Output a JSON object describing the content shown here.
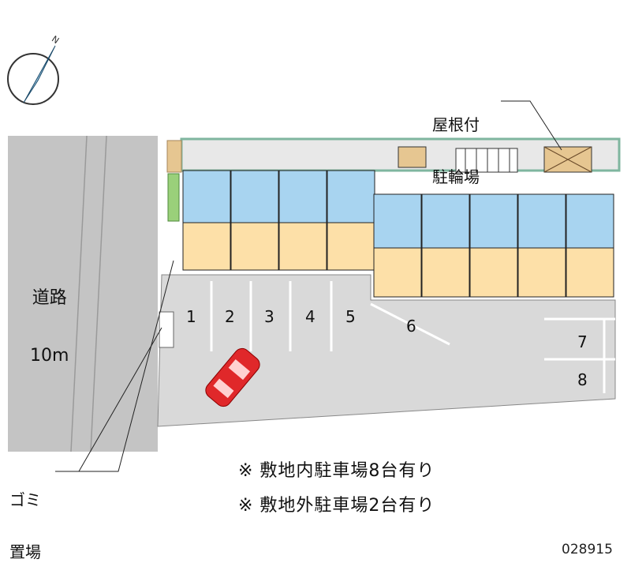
{
  "compass": {
    "north_label": "N"
  },
  "road": {
    "label_line1": "道路",
    "label_line2": "10m"
  },
  "bike_parking": {
    "label_line1": "屋根付",
    "label_line2": "駐輪場"
  },
  "trash": {
    "label_line1": "ゴミ",
    "label_line2": "置場"
  },
  "parking_spaces": [
    "1",
    "2",
    "3",
    "4",
    "5",
    "6",
    "7",
    "8"
  ],
  "notes": [
    "※ 敷地内駐車場8台有り",
    "※ 敷地外駐車場2台有り"
  ],
  "property_code": "028915",
  "colors": {
    "lot": "#d9d9d9",
    "road": "#c4c4c4",
    "wet_area": "#a8d4f0",
    "room": "#fde0a8",
    "green": "#7fb69f",
    "car": "#e0282a"
  }
}
